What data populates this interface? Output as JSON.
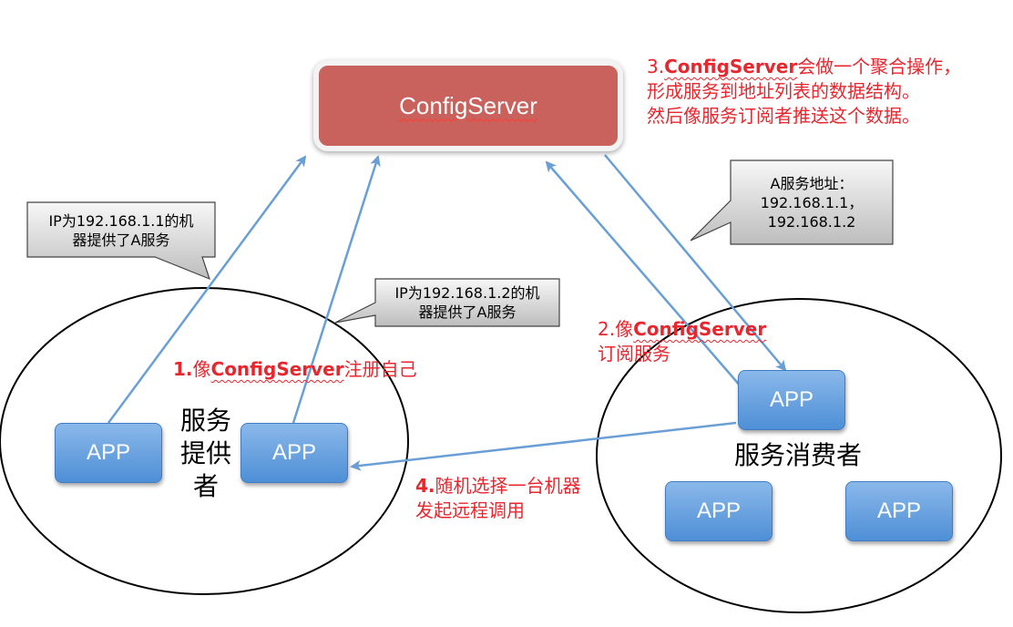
{
  "config_server": {
    "label": "ConfigServer"
  },
  "apps": {
    "provider_left": "APP",
    "provider_right": "APP",
    "consumer_top": "APP",
    "consumer_bottom_left": "APP",
    "consumer_bottom_right": "APP"
  },
  "groups": {
    "provider_line1": "服务",
    "provider_line2": "提供",
    "provider_line3": "者",
    "consumer": "服务消费者"
  },
  "callouts": {
    "ip1_line1": "IP为192.168.1.1的机",
    "ip1_line2": "器提供了A服务",
    "ip2_line1": "IP为192.168.1.2的机",
    "ip2_line2": "器提供了A服务",
    "addr_line1": "A服务地址：",
    "addr_line2": "192.168.1.1，",
    "addr_line3": "192.168.1.2"
  },
  "steps": {
    "step1_num": "1.",
    "step1_pre": "像",
    "step1_bold": "ConfigServer",
    "step1_post": "注册自己",
    "step2_num": "2.",
    "step2_pre": "像",
    "step2_bold": "ConfigServer",
    "step2_line2": "订阅服务",
    "step3_num": "3.",
    "step3_bold": "ConfigServer",
    "step3_post": "会做一个聚合操作，",
    "step3_line2": "形成服务到地址列表的数据结构。",
    "step3_line3": "然后像服务订阅者推送这个数据。",
    "step4_bold": "4.",
    "step4_post": "随机选择一台机器",
    "step4_line2": "发起远程调用"
  },
  "colors": {
    "config_fill": "#c9625d",
    "app_fill": "#5b9be0",
    "arrow": "#6a9fd6",
    "annotation_red": "#e8262e"
  }
}
